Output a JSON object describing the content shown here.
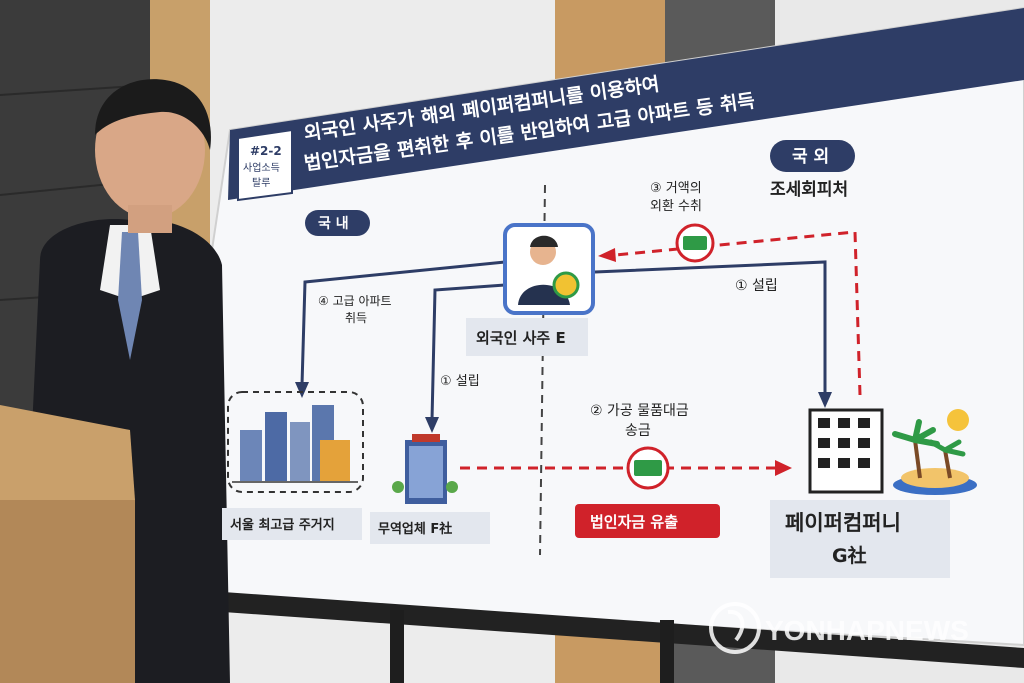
{
  "board": {
    "tag": "#2-2",
    "tag_sub1": "사업소득",
    "tag_sub2": "탈루",
    "title_line1": "외국인 사주가 해외 페이퍼컴퍼니를 이용하여",
    "title_line2": "법인자금을 편취한 후 이를 반입하여 고급 아파트 등 취득"
  },
  "regions": {
    "domestic": "국 내",
    "overseas": "국 외",
    "tax_haven": "조세회피처"
  },
  "nodes": {
    "owner": "외국인 사주 E",
    "residence": "서울 최고급 주거지",
    "trade_company": "무역업체 F社",
    "paper_company_line1": "페이퍼컴퍼니",
    "paper_company_line2": "G社"
  },
  "steps": {
    "step1_paper": "① 설립",
    "step1_trade": "① 설립",
    "step2_line1": "② 가공 물품대금",
    "step2_line2": "송금",
    "step3_line1": "③ 거액의",
    "step3_line2": "외환 수취",
    "step4_line1": "④ 고급 아파트",
    "step4_line2": "취득"
  },
  "badge": {
    "outflow": "법인자금 유출"
  },
  "watermark": {
    "text": "YONHAPNEWS"
  },
  "colors": {
    "header_navy": "#2e3d66",
    "accent_red": "#d0222a",
    "money_green": "#2f9a46",
    "board_white": "#f7f8fa"
  }
}
